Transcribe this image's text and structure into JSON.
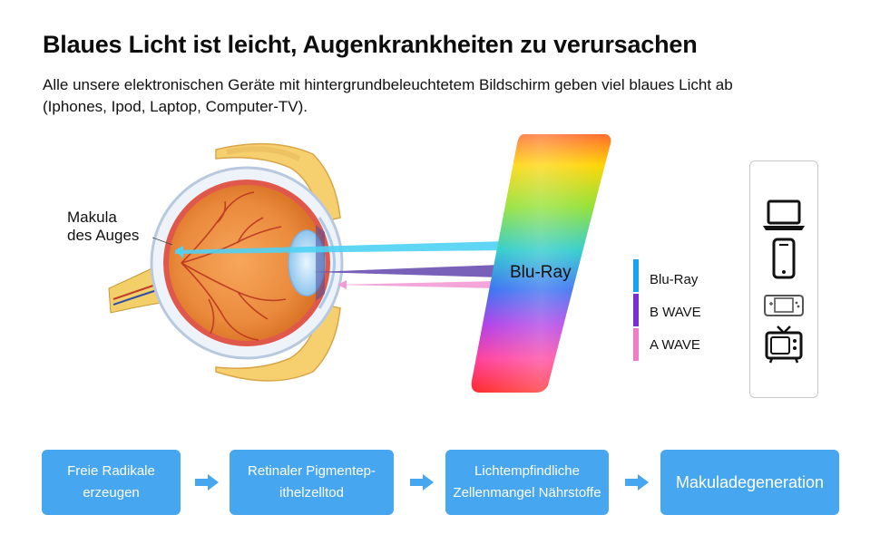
{
  "header": {
    "title": "Blaues Licht ist leicht, Augenkrankheiten zu verursachen",
    "subtitle": "Alle unsere elektronischen Geräte mit hintergrundbeleuchtetem Bildschirm geben viel blaues Licht ab (Iphones, Ipod, Laptop, Computer-TV)."
  },
  "illustration": {
    "eye_label_line1": "Makula",
    "eye_label_line2": "des Auges",
    "spectrum_label": "Blu-Ray"
  },
  "legend": [
    {
      "label": "Blu-Ray",
      "color": "#1aa3ee"
    },
    {
      "label": "B WAVE",
      "color": "#7b2fd6"
    },
    {
      "label": "A WAVE",
      "color": "#f27cc7"
    }
  ],
  "devices": [
    "laptop-icon",
    "smartphone-icon",
    "game-console-icon",
    "tv-icon"
  ],
  "flow": [
    {
      "line1": "Freie Radikale",
      "line2": "erzeugen"
    },
    {
      "line1": "Retinaler Pigmentep-",
      "line2": "ithelzelltod"
    },
    {
      "line1": "Lichtempfindliche",
      "line2": "Zellenmangel Nährstoffe"
    },
    {
      "line1": "Makuladegeneration",
      "line2": ""
    }
  ],
  "colors": {
    "flow_box": "#46a6f0",
    "flow_arrow": "#46a6f0",
    "ray_blue": "#4fd2f4",
    "ray_purple": "#6a4fb0",
    "ray_pink": "#f39bd6"
  }
}
